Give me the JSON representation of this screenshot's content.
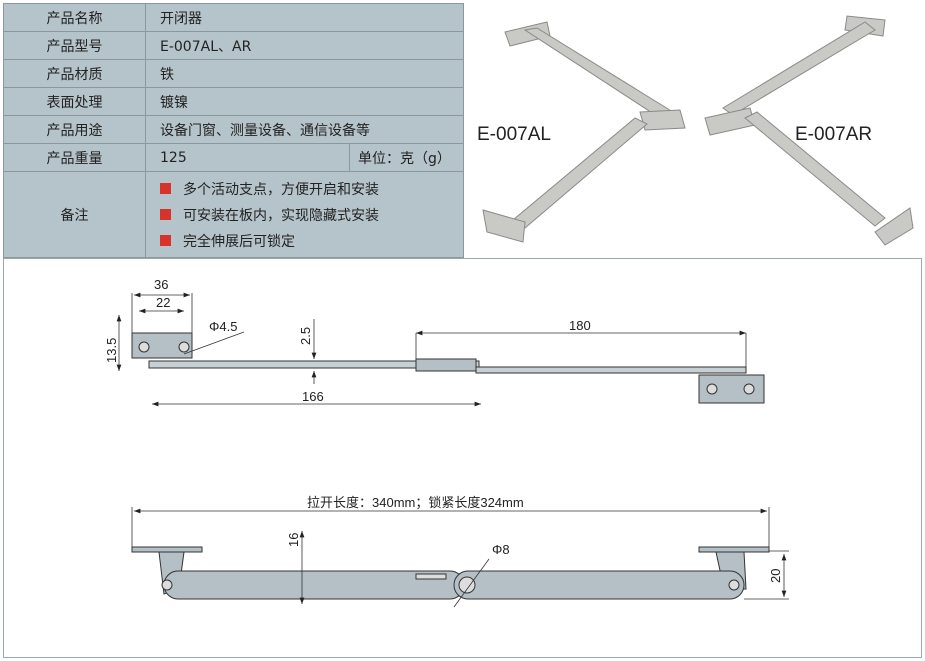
{
  "spec": {
    "rows": [
      {
        "label": "产品名称",
        "value": "开闭器"
      },
      {
        "label": "产品型号",
        "value": "E-007AL、AR"
      },
      {
        "label": "产品材质",
        "value": "铁"
      },
      {
        "label": "表面处理",
        "value": "镀镍"
      },
      {
        "label": "产品用途",
        "value": "设备门窗、测量设备、通信设备等"
      },
      {
        "label": "产品重量",
        "value": "125",
        "unit": "单位：克（g）"
      }
    ],
    "notes_label": "备注",
    "notes": [
      "多个活动支点，方便开启和安装",
      "可安装在板内，实现隐藏式安装",
      "完全伸展后可锁定"
    ],
    "bullet_color": "#d6342a"
  },
  "photo": {
    "left_label": "E-007AL",
    "right_label": "E-007AR"
  },
  "drawing": {
    "top": {
      "d36": "36",
      "d22": "22",
      "hole": "Φ4.5",
      "d13_5": "13.5",
      "d2_5": "2.5",
      "d166": "166",
      "d180": "180"
    },
    "bottom": {
      "length": "拉开长度：340mm；锁紧长度324mm",
      "d16": "16",
      "pivot": "Φ8",
      "d20": "20"
    }
  }
}
